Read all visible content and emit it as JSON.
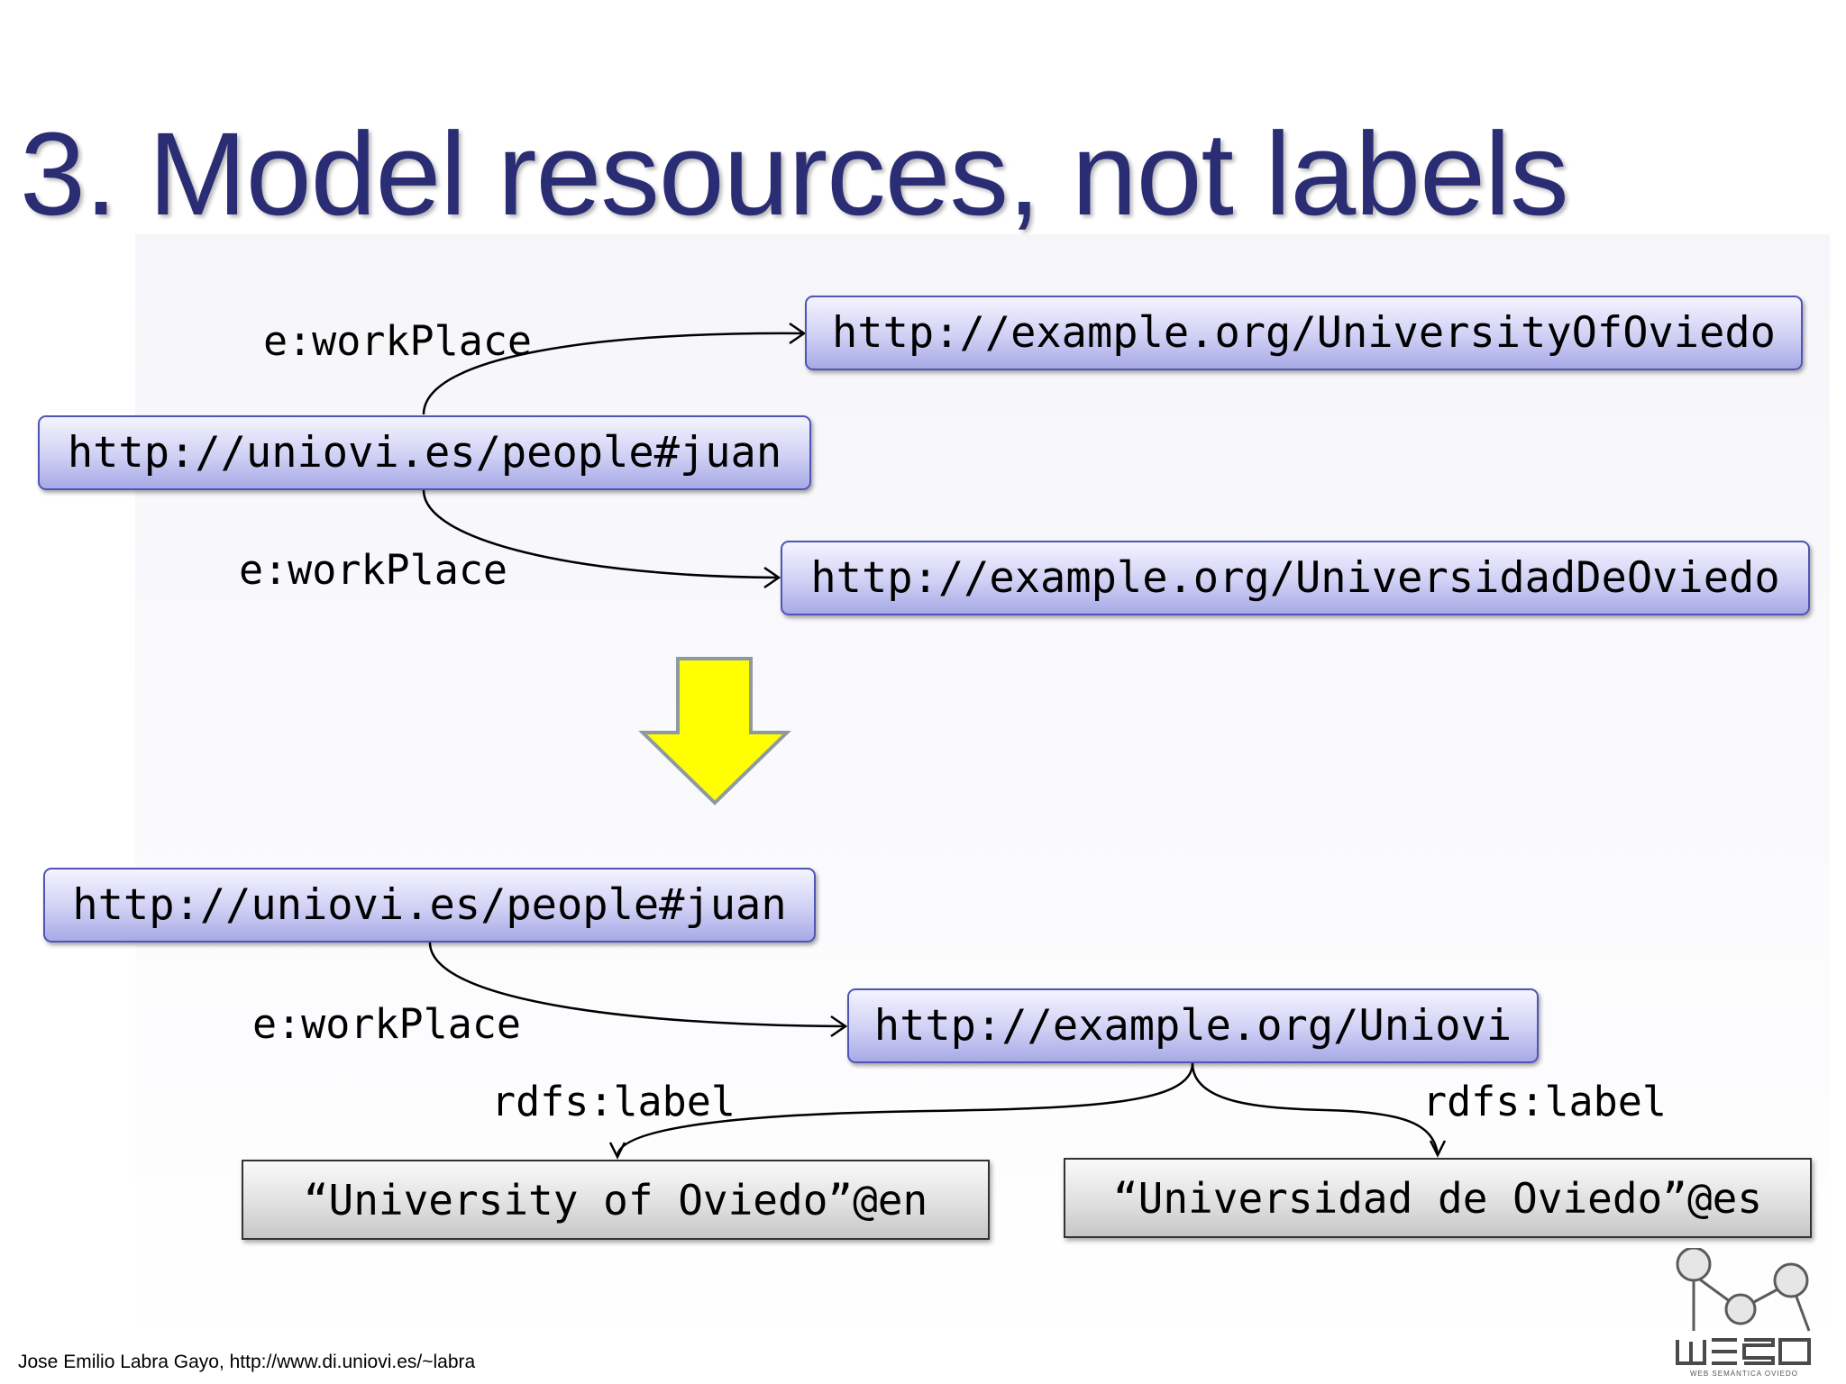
{
  "slide": {
    "title": "3. Model resources, not labels",
    "footer": "Jose Emilio Labra Gayo, http://www.di.uniovi.es/~labra"
  },
  "before": {
    "subject": "http://uniovi.es/people#juan",
    "object_1": "http://example.org/UniversityOfOviedo",
    "object_2": "http://example.org/UniversidadDeOviedo",
    "predicate_1": "e:workPlace",
    "predicate_2": "e:workPlace"
  },
  "transition": {
    "arrow_icon": "down-arrow-icon",
    "arrow_color": "#ffff00",
    "arrow_border": "#8e9aa2"
  },
  "after": {
    "subject": "http://uniovi.es/people#juan",
    "object": "http://example.org/Uniovi",
    "predicate": "e:workPlace",
    "label_predicate_1": "rdfs:label",
    "label_predicate_2": "rdfs:label",
    "literal_en": "“University of Oviedo”@en",
    "literal_es": "“Universidad de Oviedo”@es"
  },
  "logo": {
    "icon": "weso-logo-icon",
    "text": "WESO",
    "tagline": "WEB SEMÁNTICA OVIEDO"
  },
  "colors": {
    "title": "#2a2c74",
    "node_border": "#5054b4",
    "node_fill": "#c8c9f2",
    "literal_fill": "#dedede"
  }
}
